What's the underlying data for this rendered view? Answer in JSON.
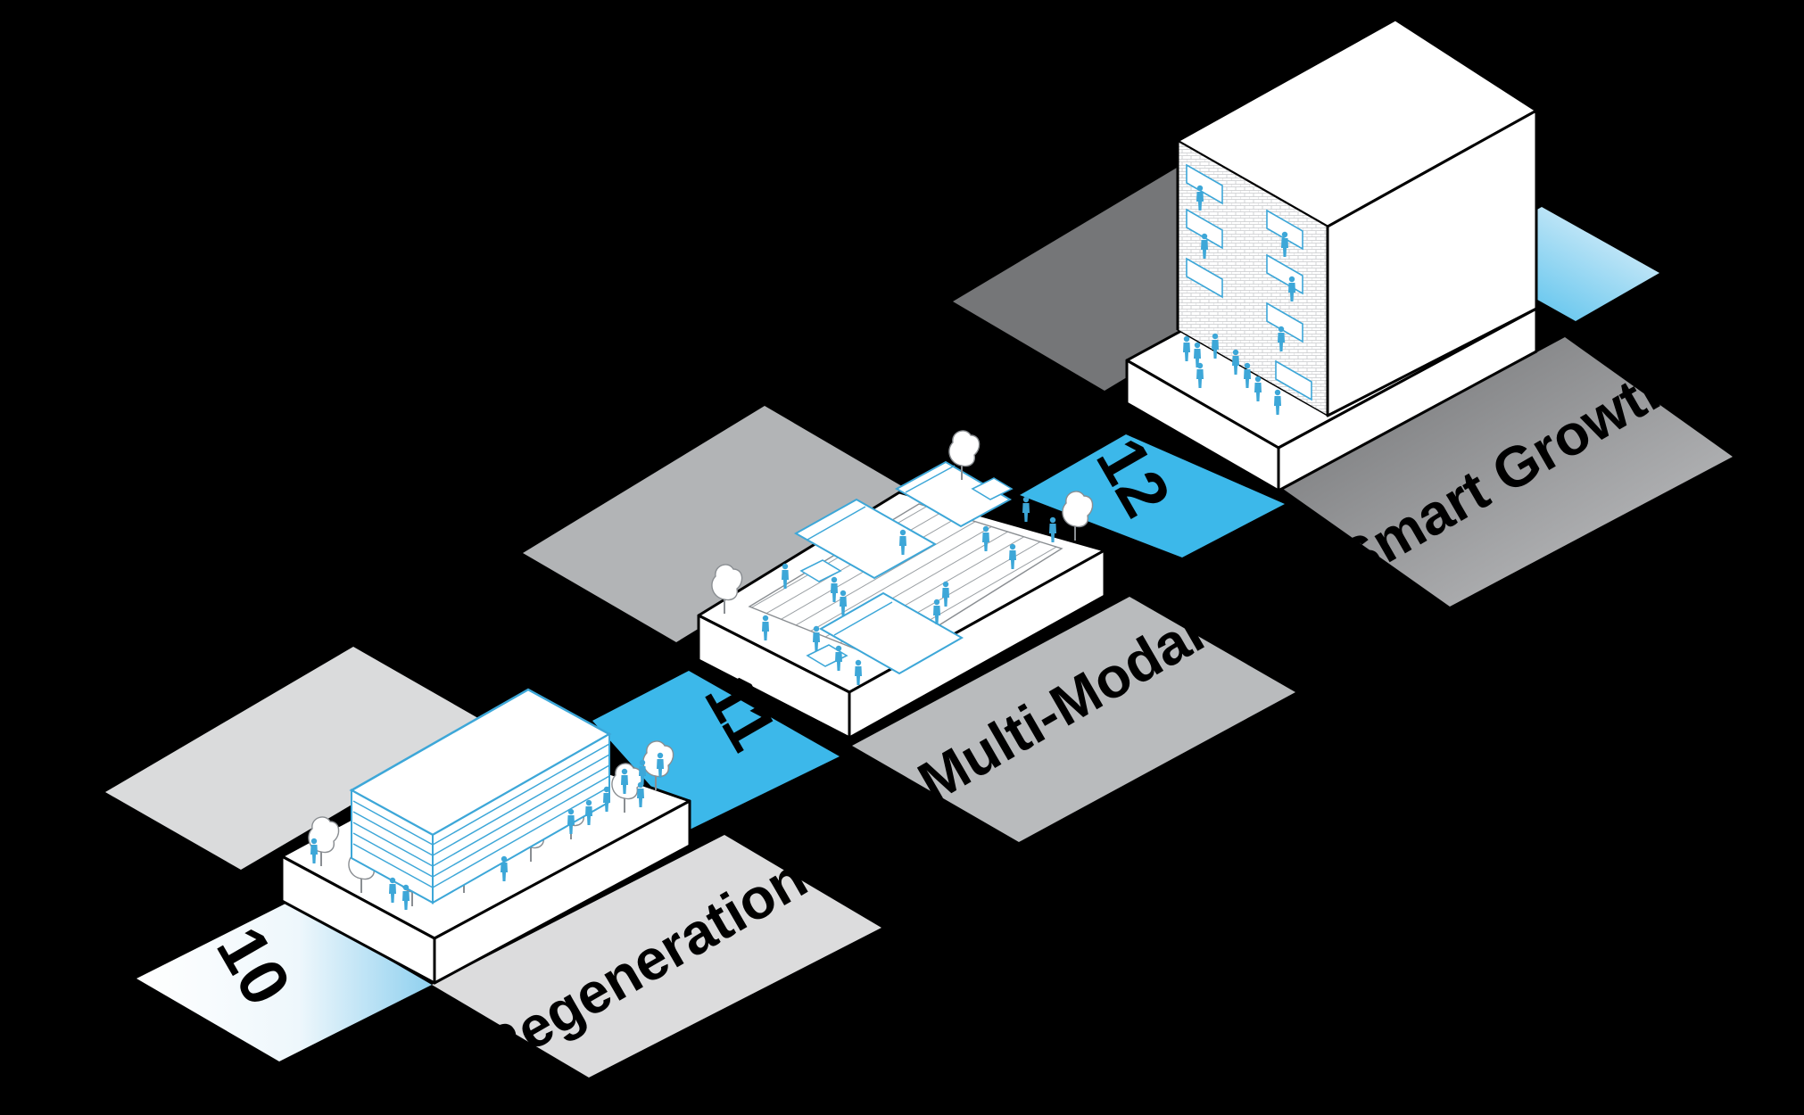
{
  "steps": [
    {
      "number": "10",
      "label": "Regeneration"
    },
    {
      "number": "11",
      "label": "Multi-Modal"
    },
    {
      "number": "12",
      "label": "Smart Growth"
    }
  ],
  "colors": {
    "background": "#000000",
    "accent_blue": "#3cb8ea",
    "tile_light": "#d9dadb",
    "tile_mid": "#b2b4b6",
    "tile_dark": "#757678",
    "people": "#3da7d8",
    "building": "#ffffff"
  },
  "icons": [
    "people-figure-icon",
    "tree-icon",
    "train-icon"
  ]
}
